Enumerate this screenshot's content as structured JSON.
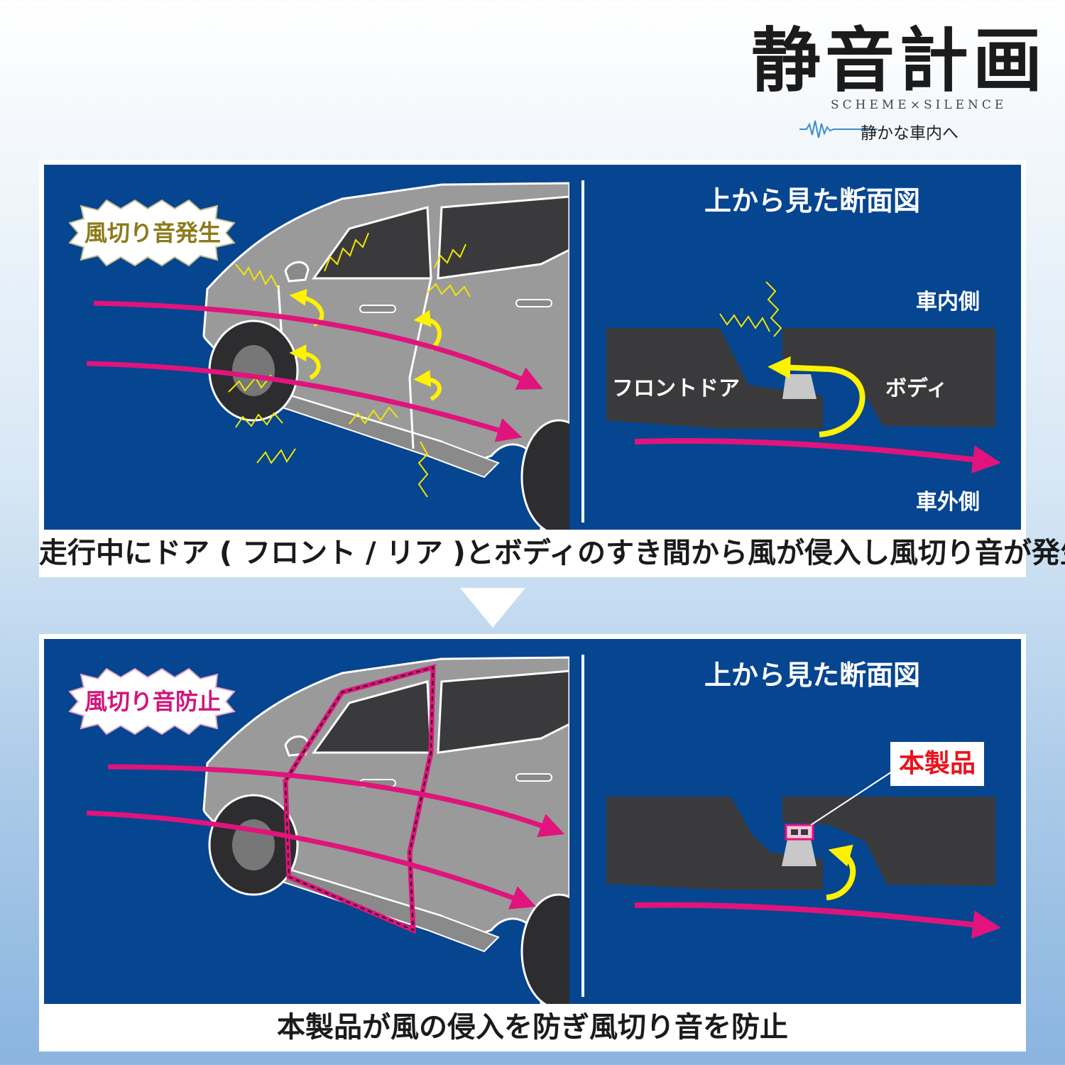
{
  "brand": {
    "title": "静音計画",
    "subtitle": "SCHEME×SILENCE",
    "tagline": "静かな車内へ"
  },
  "top_panel": {
    "badge": "風切り音発生",
    "section_title": "上から見た断面図",
    "labels": {
      "interior": "車内側",
      "front_door": "フロントドア",
      "body": "ボディ",
      "exterior": "車外側"
    },
    "caption": "走行中にドア ( フロント / リア )とボディのすき間から風が侵入し風切り音が発生"
  },
  "bottom_panel": {
    "badge": "風切り音防止",
    "section_title": "上から見た断面図",
    "product_label": "本製品",
    "caption": "本製品が風の侵入を防ぎ風切り音を防止"
  },
  "colors": {
    "panel_blue": "#064590",
    "wind_arrow": "#e0147c",
    "airflow_arrow": "#fff200",
    "noise_zigzag": "#f2e600",
    "car_body": "#9a9a9a",
    "section_dark": "#3a3a3c",
    "seal": "#e0147c",
    "product_text": "#e8141c"
  },
  "icons": [
    "sound-wave-icon",
    "down-triangle-icon",
    "burst-badge-icon",
    "car-illustration",
    "cross-section-diagram"
  ]
}
